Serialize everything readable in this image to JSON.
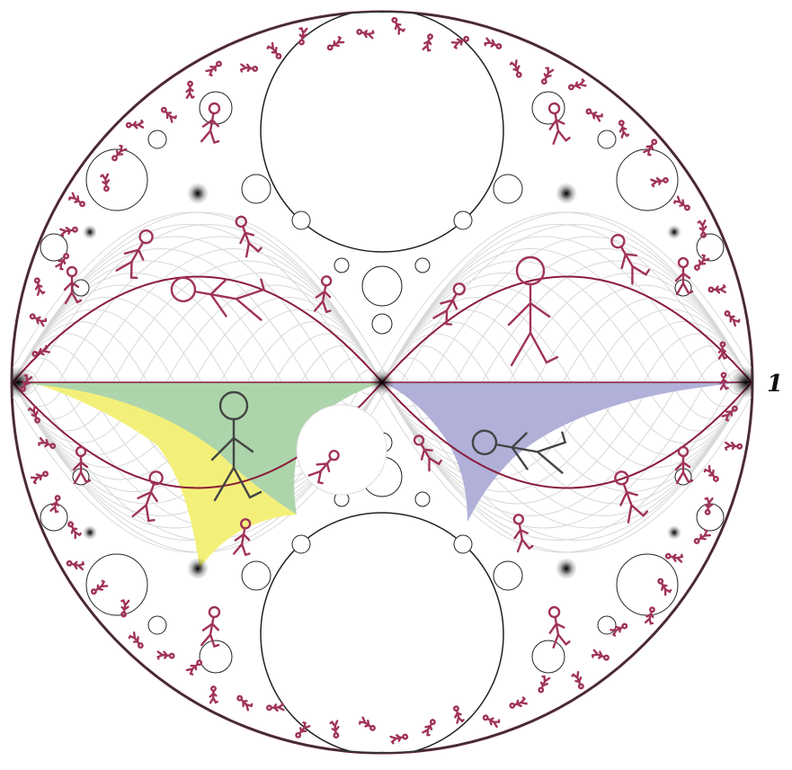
{
  "figure": {
    "point_label": "1",
    "colors": {
      "arc_stroke": "#8a1c3a",
      "light_arc": "#d8d8d8",
      "dark_fill": "#1a1a1a",
      "green_region": "#a9d3a6",
      "yellow_region": "#f3f07a",
      "purple_region": "#b0b0d8",
      "stick_figure": "#a0335a",
      "stick_figure_dark": "#444444"
    },
    "elements": {
      "outer_disk": "limit-set-disk",
      "horizontal_axis": "real-axis",
      "fundamental_regions": [
        "green-region",
        "yellow-region",
        "purple-region"
      ],
      "figures": "stick-figures"
    }
  }
}
